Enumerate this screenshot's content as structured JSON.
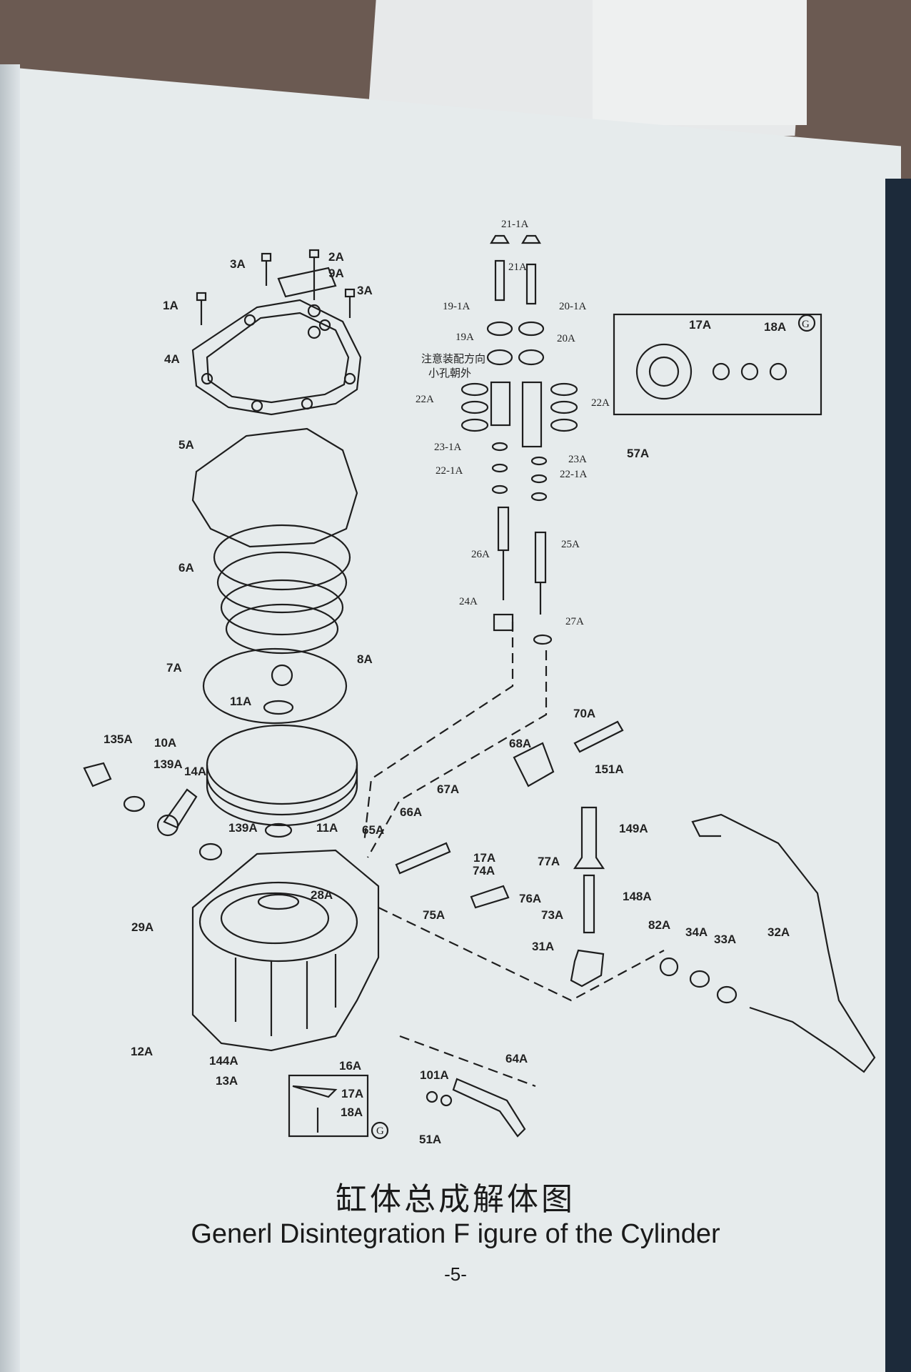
{
  "title_cn": "缸体总成解体图",
  "title_en": "Generl Disintegration  F igure of the Cylinder",
  "page_number": "-5-",
  "note_cn_line1": "注意装配方向",
  "note_cn_line2": "小孔朝外",
  "inset_mark": "G",
  "labels": {
    "l1A": "1A",
    "l2A": "2A",
    "l3A_a": "3A",
    "l3A_b": "3A",
    "l4A": "4A",
    "l5A": "5A",
    "l6A": "6A",
    "l7A": "7A",
    "l8A": "8A",
    "l9A": "9A",
    "l10A": "10A",
    "l11A_a": "11A",
    "l11A_b": "11A",
    "l12A": "12A",
    "l13A": "13A",
    "l14A": "14A",
    "l16A": "16A",
    "l17A_a": "17A",
    "l17A_b": "17A",
    "l17A_c": "17A",
    "l18A_a": "18A",
    "l18A_b": "18A",
    "l19_1A": "19-1A",
    "l19A": "19A",
    "l20_1A": "20-1A",
    "l20A": "20A",
    "l21_1A": "21-1A",
    "l21A": "21A",
    "l22A_a": "22A",
    "l22A_b": "22A",
    "l22_1A_a": "22-1A",
    "l22_1A_b": "22-1A",
    "l23_1A": "23-1A",
    "l23A": "23A",
    "l24A": "24A",
    "l25A": "25A",
    "l26A": "26A",
    "l27A": "27A",
    "l28A": "28A",
    "l29A": "29A",
    "l31A": "31A",
    "l32A": "32A",
    "l33A": "33A",
    "l34A": "34A",
    "l51A": "51A",
    "l57A": "57A",
    "l64A": "64A",
    "l65A": "65A",
    "l66A": "66A",
    "l67A": "67A",
    "l68A": "68A",
    "l70A": "70A",
    "l73A": "73A",
    "l74A": "74A",
    "l75A": "75A",
    "l76A": "76A",
    "l77A": "77A",
    "l82A": "82A",
    "l101A": "101A",
    "l135A": "135A",
    "l139A_a": "139A",
    "l139A_b": "139A",
    "l144A": "144A",
    "l148A": "148A",
    "l149A": "149A",
    "l151A": "151A"
  }
}
